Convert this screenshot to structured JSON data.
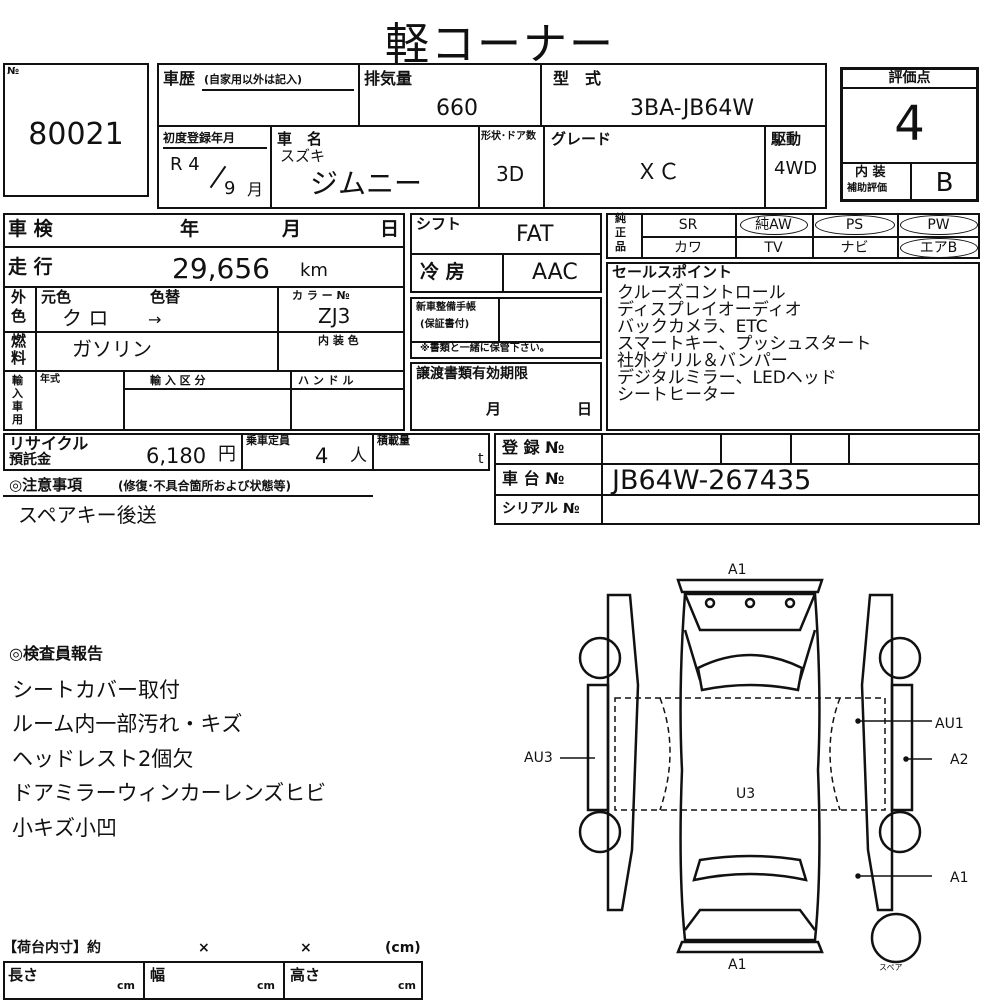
{
  "title": "軽コーナー",
  "lot": {
    "label": "№",
    "value": "80021"
  },
  "history": {
    "label": "車歴",
    "note": "(自家用以外は記入)"
  },
  "displacement": {
    "label": "排気量",
    "value": "660"
  },
  "model": {
    "label": "型　式",
    "value": "3BA-JB64W"
  },
  "score": {
    "label": "評価点",
    "value": "4",
    "interior_label_1": "内 装",
    "interior_label_2": "補助評価",
    "interior_value": "B"
  },
  "first_reg": {
    "label": "初度登録年月",
    "era": "R 4",
    "month": "9",
    "month_unit": "月"
  },
  "car_name": {
    "label": "車　名",
    "maker": "スズキ",
    "name": "ジムニー"
  },
  "doors": {
    "label": "形状･ドア数",
    "value": "3D"
  },
  "grade": {
    "label": "グレード",
    "value": "ＸＣ"
  },
  "drive": {
    "label": "駆動",
    "value": "4WD"
  },
  "inspection": {
    "label": "車 検",
    "year": "年",
    "month": "月",
    "day": "日"
  },
  "mileage": {
    "label": "走 行",
    "value": "29,656",
    "unit": "km"
  },
  "ext_color": {
    "side_1": "外",
    "side_2": "色",
    "orig_label": "元色",
    "change_label": "色替",
    "orig_value": "ク ロ",
    "arrow": "→"
  },
  "color_no": {
    "label": "カ ラ ー №",
    "value": "ZJ3"
  },
  "interior_color": {
    "label": "内 装 色"
  },
  "fuel": {
    "side_1": "燃",
    "side_2": "料",
    "value": "ガソリン"
  },
  "import": {
    "side": [
      "輸",
      "入",
      "車",
      "用"
    ],
    "year_label": "年式",
    "class_label": "輸 入 区 分",
    "handle_label": "ハ ン ド ル"
  },
  "shift": {
    "label": "シフト",
    "value": "FAT"
  },
  "ac": {
    "label": "冷 房",
    "value": "AAC"
  },
  "maintenance": {
    "label_1": "新車整備手帳",
    "label_2": "(保証書付)",
    "note": "※書類と一緒に保管下さい。"
  },
  "transfer": {
    "label": "譲渡書類有効期限",
    "month": "月",
    "day": "日"
  },
  "options": {
    "side": [
      "純",
      "正",
      "品"
    ],
    "row1": [
      "SR",
      "純AW",
      "PS",
      "PW"
    ],
    "row2": [
      "カワ",
      "TV",
      "ナビ",
      "エアB"
    ]
  },
  "sales_points": {
    "label": "セールスポイント",
    "items": [
      "クルーズコントロール",
      "ディスプレイオーディオ",
      "バックカメラ、ETC",
      "スマートキー、プッシュスタート",
      "社外グリル＆バンパー",
      "デジタルミラー、LEDヘッド",
      "シートヒーター"
    ]
  },
  "recycle": {
    "label_1": "リサイクル",
    "label_2": "預託金",
    "value": "6,180",
    "unit": "円"
  },
  "capacity": {
    "label": "乗車定員",
    "value": "4",
    "unit": "人"
  },
  "load": {
    "label": "積載量",
    "unit": "t"
  },
  "registration": {
    "label": "登 録 №"
  },
  "chassis": {
    "label": "車 台 №",
    "value": "JB64W-267435"
  },
  "serial": {
    "label": "シリアル №"
  },
  "notes": {
    "label": "◎注意事項",
    "sub": "(修復･不具合箇所および状態等)",
    "text": "スペアキー後送"
  },
  "inspector": {
    "label": "◎検査員報告",
    "items": [
      "シートカバー取付",
      "ルーム内一部汚れ・キズ",
      "ヘッドレスト2個欠",
      "ドアミラーウィンカーレンズヒビ",
      "小キズ小凹"
    ]
  },
  "diagram": {
    "marks": {
      "front": "A1",
      "rear": "A1",
      "left": "AU3",
      "right_1": "AU1",
      "right_2": "A2",
      "right_3": "A1",
      "roof": "U3"
    },
    "spare": "スペア"
  },
  "cargo": {
    "label": "【荷台内寸】約",
    "x1": "×",
    "x2": "×",
    "unit": "(cm)",
    "length": "長さ",
    "width": "幅",
    "height": "高さ",
    "cm": "cm"
  }
}
